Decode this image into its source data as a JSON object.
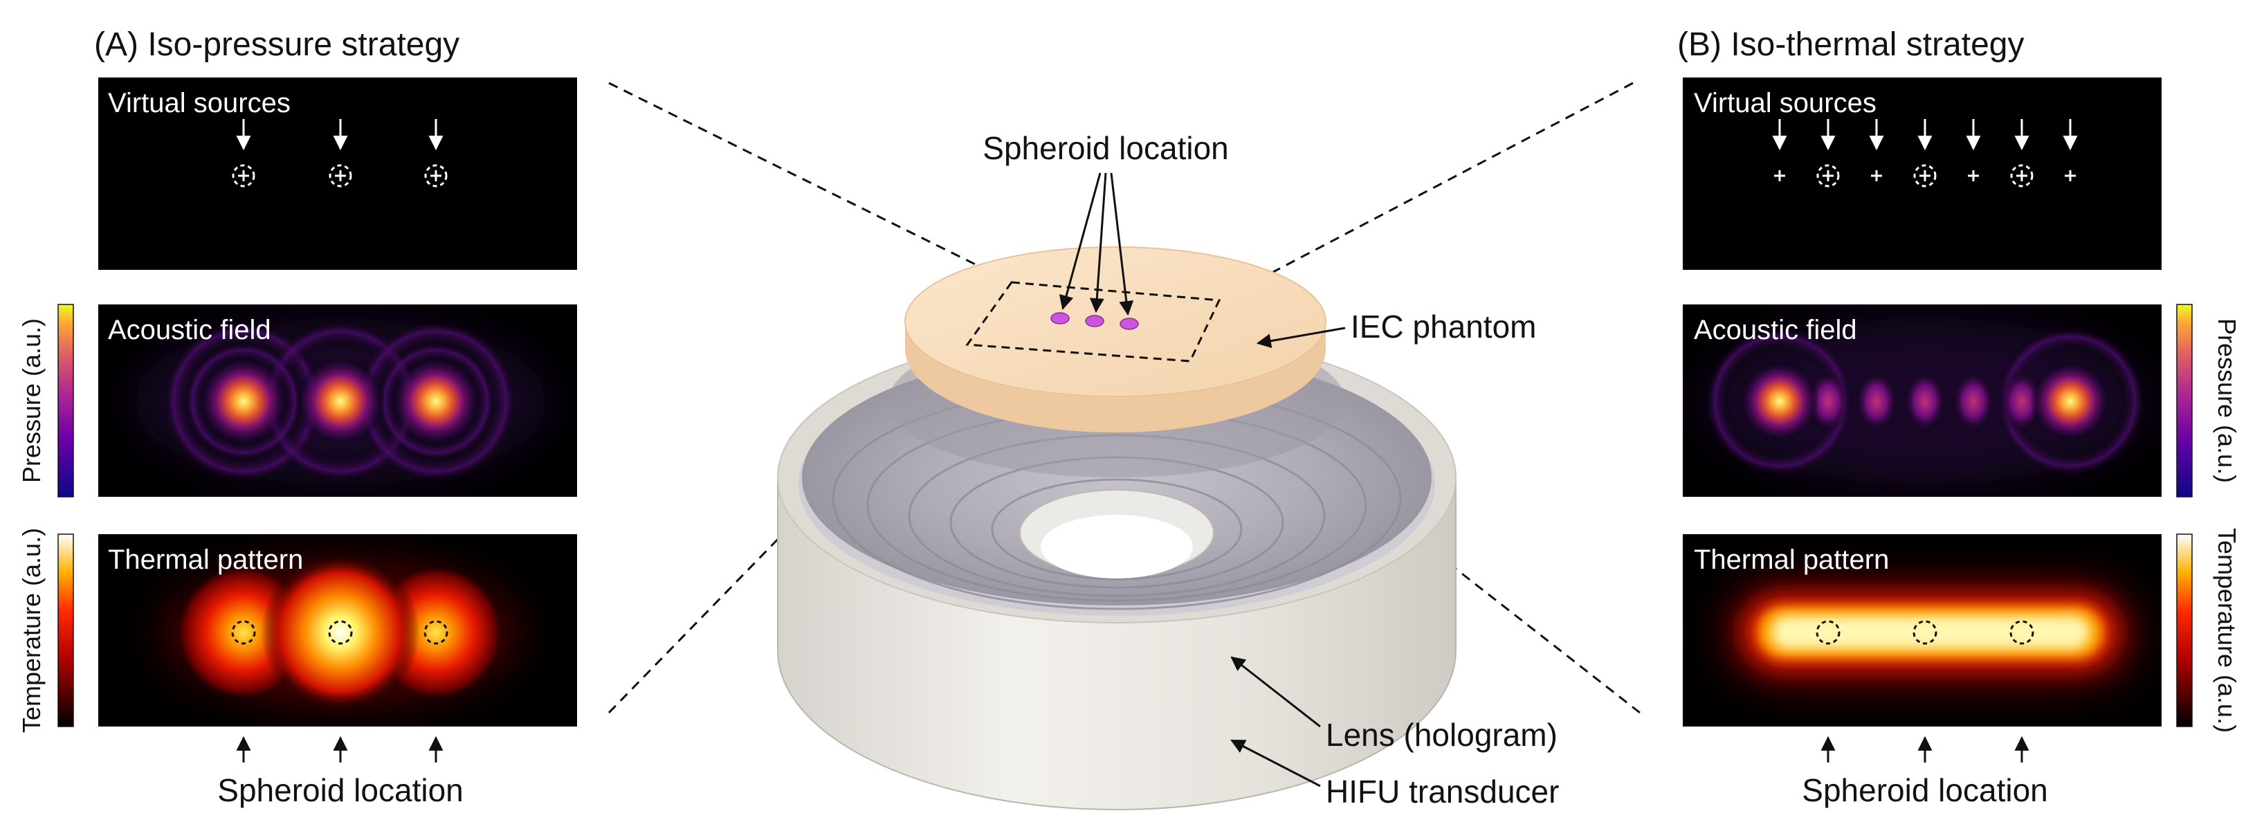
{
  "left": {
    "title": "(A) Iso-pressure strategy",
    "panel_virtual": "Virtual sources",
    "panel_acoustic": "Acoustic field",
    "panel_thermal": "Thermal pattern",
    "colorbar_pressure": "Pressure (a.u.)",
    "colorbar_temperature": "Temperature (a.u.)",
    "bottom_label": "Spheroid location"
  },
  "right": {
    "title": "(B) Iso-thermal strategy",
    "panel_virtual": "Virtual sources",
    "panel_acoustic": "Acoustic field",
    "panel_thermal": "Thermal pattern",
    "colorbar_pressure": "Pressure (a.u.)",
    "colorbar_temperature": "Temperature (a.u.)",
    "bottom_label": "Spheroid location"
  },
  "center": {
    "spheroid_label": "Spheroid location",
    "phantom_label": "IEC phantom",
    "lens_label": "Lens (hologram)",
    "transducer_label": "HIFU transducer"
  },
  "colors": {
    "panel_bg": "#000000",
    "phantom": "#f6d9b5",
    "spheroid": "#cc55dd",
    "lens": "#a9a6b0",
    "transducer": "#eeece8"
  }
}
